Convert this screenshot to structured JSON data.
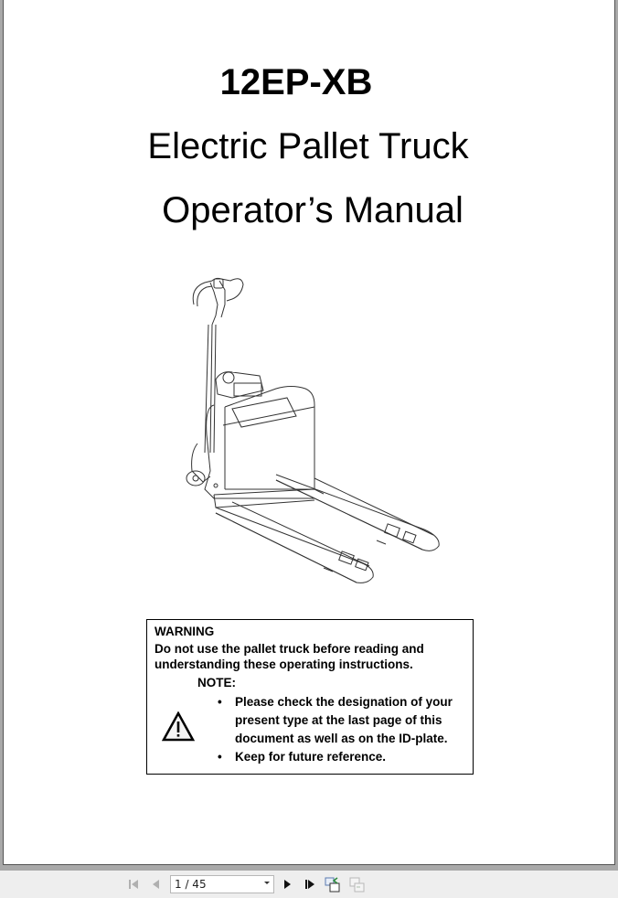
{
  "document": {
    "model": "12EP-XB",
    "subtitle": "Electric Pallet Truck",
    "manual_title": "Operator’s Manual",
    "illustration": "electric-pallet-truck-line-drawing",
    "warning": {
      "heading": "WARNING",
      "text": "Do not use the pallet truck before reading and understanding these operating instructions.",
      "note_label": "NOTE:",
      "icon": "warning-triangle-icon",
      "bullets": [
        "Please check the designation of your present type at the last page of this document as well as on the ID-plate.",
        "Keep for future reference."
      ]
    }
  },
  "toolbar": {
    "page_indicator": "1 / 45",
    "current_page": 1,
    "total_pages": 45,
    "buttons": [
      {
        "name": "first-page",
        "icon": "first-page-icon",
        "enabled": false
      },
      {
        "name": "previous-page",
        "icon": "previous-page-icon",
        "enabled": false
      },
      {
        "name": "next-page",
        "icon": "next-page-icon",
        "enabled": true
      },
      {
        "name": "last-page",
        "icon": "last-page-icon",
        "enabled": true
      },
      {
        "name": "go-back-view",
        "icon": "back-view-icon",
        "enabled": true
      },
      {
        "name": "go-forward-view",
        "icon": "forward-view-icon",
        "enabled": false
      }
    ]
  }
}
